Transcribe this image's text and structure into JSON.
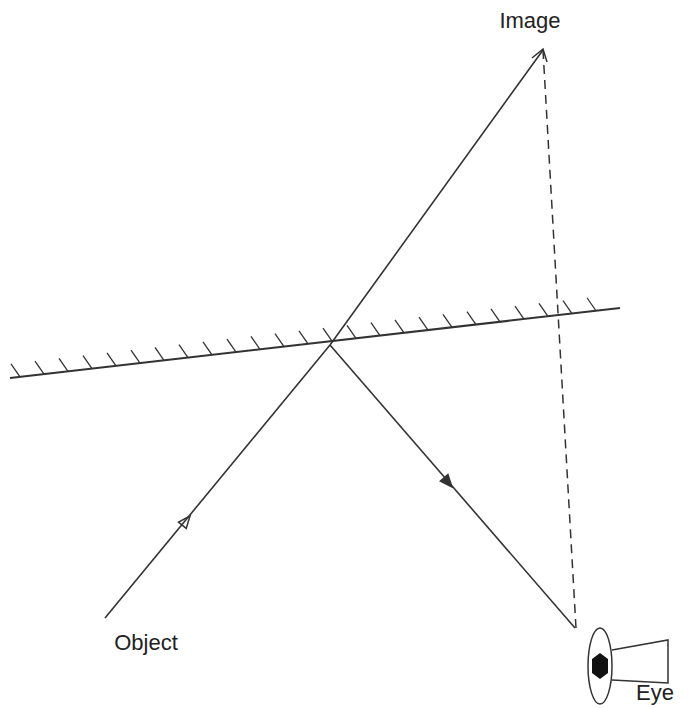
{
  "diagram": {
    "labels": [
      "Image",
      "Object",
      "Eye"
    ]
  }
}
